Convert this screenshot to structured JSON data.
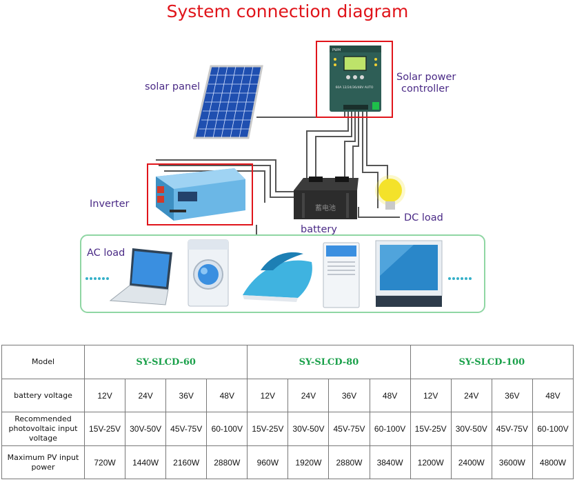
{
  "title": "System connection diagram",
  "labels": {
    "solar_panel": "solar panel",
    "controller_line1": "Solar power",
    "controller_line2": "controller",
    "inverter": "Inverter",
    "battery": "battery",
    "dc_load": "DC load",
    "ac_load": "AC load"
  },
  "device_text": {
    "battery_mark": "蓄电池",
    "controller_spec": "60A 12/24/36/48V AUTO",
    "controller_brand": "PWM"
  },
  "colors": {
    "title_red": "#e0141a",
    "label_purple": "#4a2a86",
    "frame_green": "#8fd6a3",
    "model_green": "#1aa04a"
  },
  "table": {
    "model_header": "Model",
    "models": [
      "SY-SLCD-60",
      "SY-SLCD-80",
      "SY-SLCD-100"
    ],
    "rows": [
      {
        "label": "battery voltage",
        "values": [
          "12V",
          "24V",
          "36V",
          "48V",
          "12V",
          "24V",
          "36V",
          "48V",
          "12V",
          "24V",
          "36V",
          "48V"
        ]
      },
      {
        "label": "Recommended photovoltaic input voltage",
        "values": [
          "15V-25V",
          "30V-50V",
          "45V-75V",
          "60-100V",
          "15V-25V",
          "30V-50V",
          "45V-75V",
          "60-100V",
          "15V-25V",
          "30V-50V",
          "45V-75V",
          "60-100V"
        ]
      },
      {
        "label": "Maximum PV input power",
        "values": [
          "720W",
          "1440W",
          "2160W",
          "2880W",
          "960W",
          "1920W",
          "2880W",
          "3840W",
          "1200W",
          "2400W",
          "3600W",
          "4800W"
        ]
      }
    ]
  }
}
